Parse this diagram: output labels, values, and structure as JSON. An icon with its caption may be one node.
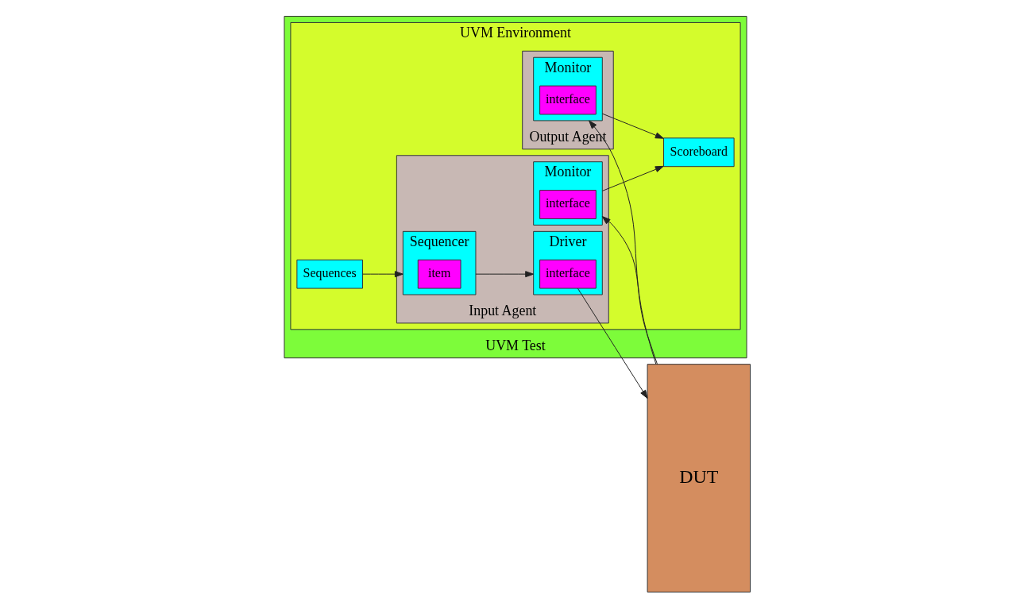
{
  "diagram": {
    "nodes": [
      {
        "text": [
          "UVM Test"
        ]
      },
      {
        "text": [
          "UVM Environment"
        ],
        "in": 0
      },
      {
        "text": [
          "Sequences"
        ],
        "in": 1
      },
      {
        "text": [
          "Input Agent"
        ],
        "in": 1
      },
      {
        "text": [
          "Sequencer"
        ],
        "in": 3
      },
      {
        "text": [
          "item"
        ],
        "in": 4
      },
      {
        "text": [
          "Driver"
        ],
        "in": 3
      },
      {
        "text": [
          "interface"
        ],
        "in": 6
      },
      {
        "text": [
          "Monitor"
        ],
        "in": 3
      },
      {
        "text": [
          "interface"
        ],
        "in": 8
      },
      {
        "text": [
          "Scoreboard"
        ],
        "in": 1
      },
      {
        "text": [
          "Output Agent"
        ],
        "in": 1
      },
      {
        "text": [
          "Monitor"
        ],
        "in": 11
      },
      {
        "text": [
          "interface"
        ],
        "in": 12
      },
      {
        "text": [
          "DUT"
        ]
      }
    ],
    "edges": [
      {
        "from": 2,
        "to": 4,
        "arrow": "to"
      },
      {
        "from": 4,
        "to": 6,
        "arrow": "to"
      },
      {
        "from": 7,
        "to": 14,
        "arrow": "to"
      },
      {
        "from": 14,
        "to": 8,
        "arrow": "to"
      },
      {
        "from": 8,
        "to": 10,
        "arrow": "to"
      },
      {
        "from": 14,
        "to": 12,
        "arrow": "to"
      },
      {
        "from": 12,
        "to": 10,
        "arrow": "to"
      }
    ]
  }
}
